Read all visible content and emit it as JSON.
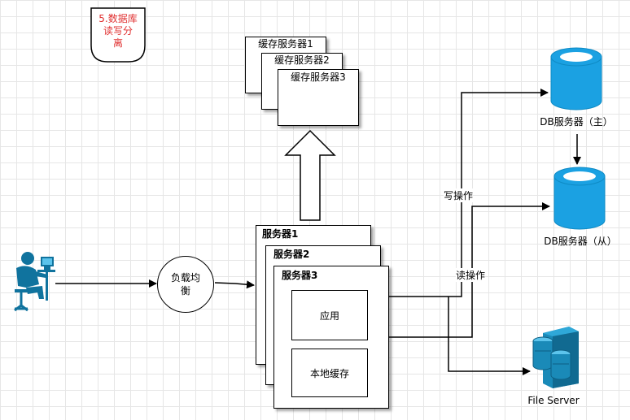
{
  "note": {
    "text": "5.数据库读写分离",
    "line1": "5.数据库",
    "line2": "读写分",
    "line3": "离",
    "color": "#e03030"
  },
  "cache_servers": [
    "缓存服务器1",
    "缓存服务器2",
    "缓存服务器3"
  ],
  "load_balancer": {
    "line1": "负载均",
    "line2": "衡"
  },
  "app_servers": [
    "服务器1",
    "服务器2",
    "服务器3"
  ],
  "app_box": "应用",
  "local_cache_box": "本地缓存",
  "db_master": "DB服务器（主）",
  "db_slave": "DB服务器（从）",
  "write_op": "写操作",
  "read_op": "读操作",
  "file_server": "File Server",
  "colors": {
    "db_fill": "#1ba1e2",
    "file_server_fill": "#1a8ab8",
    "user_fill": "#10739e",
    "line": "#000000"
  },
  "icons": {
    "user": "user-at-computer-icon",
    "file_server": "file-server-icon",
    "database": "database-cylinder-icon"
  }
}
